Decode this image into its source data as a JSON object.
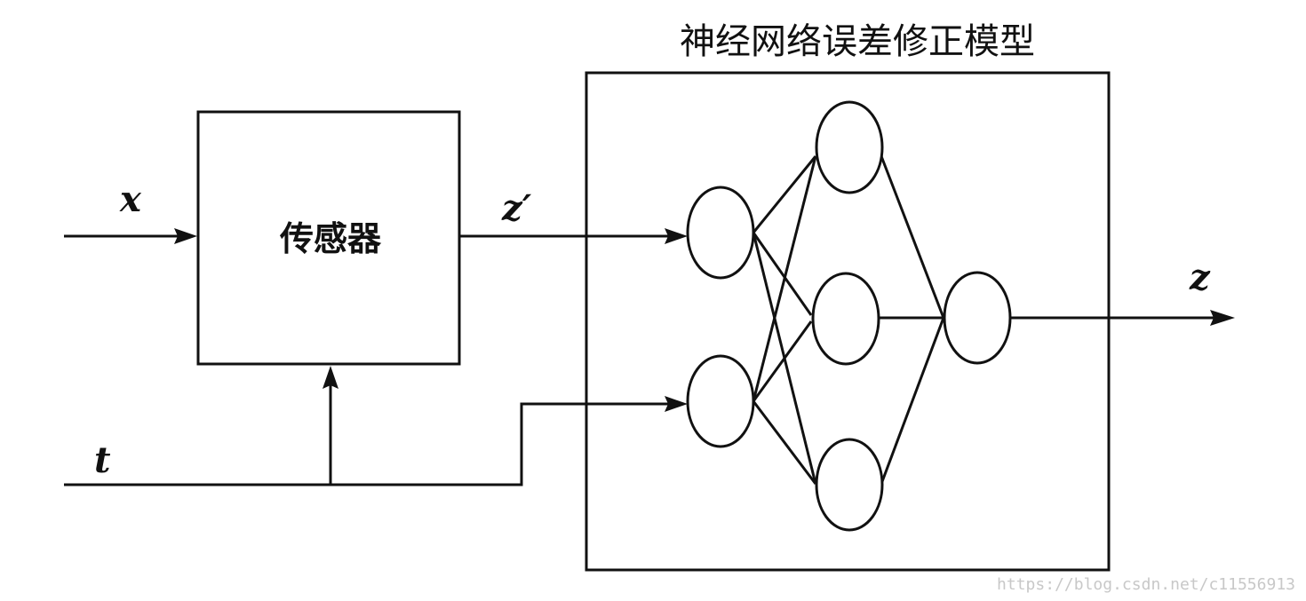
{
  "title": "神经网络误差修正模型",
  "sensor": {
    "label": "传感器"
  },
  "signals": {
    "input_x": "x",
    "input_t": "t",
    "sensor_output": "z′",
    "model_output": "z"
  },
  "watermark": "https://blog.csdn.net/c11556913",
  "colors": {
    "line": "#111111",
    "background": "#ffffff",
    "watermark": "#c8c8c8"
  },
  "network": {
    "layers": [
      2,
      3,
      1
    ]
  }
}
